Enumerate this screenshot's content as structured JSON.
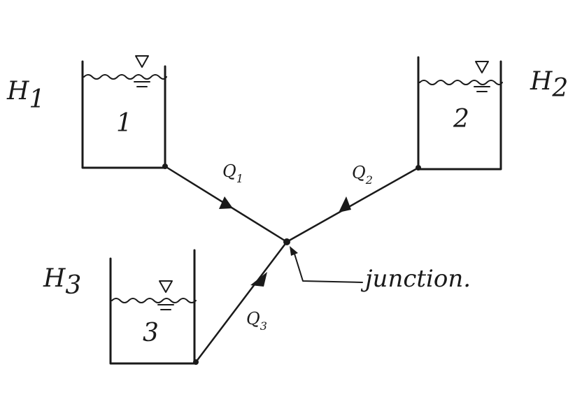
{
  "reservoirs": [
    {
      "number": "1",
      "head_symbol": "H",
      "head_subscript": "1"
    },
    {
      "number": "2",
      "head_symbol": "H",
      "head_subscript": "2"
    },
    {
      "number": "3",
      "head_symbol": "H",
      "head_subscript": "3"
    }
  ],
  "flows": [
    {
      "symbol": "Q",
      "subscript": "1"
    },
    {
      "symbol": "Q",
      "subscript": "2"
    },
    {
      "symbol": "Q",
      "subscript": "3"
    }
  ],
  "junction_label": "junction.",
  "colors": {
    "ink": "#1a1a1a",
    "paper": "#ffffff"
  }
}
